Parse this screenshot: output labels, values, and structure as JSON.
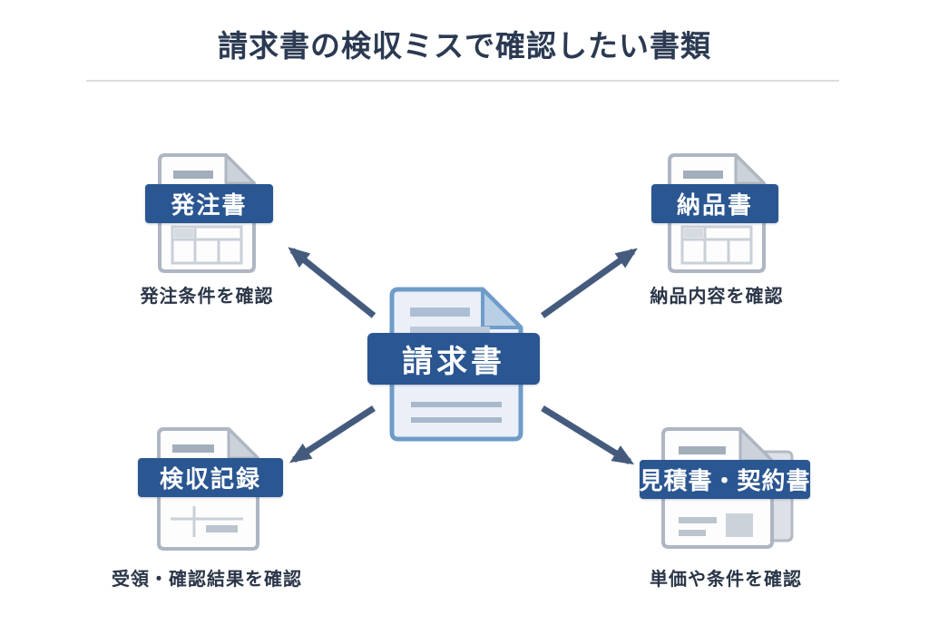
{
  "title": "請求書の検収ミスで確認したい書類",
  "center": {
    "label": "請求書",
    "icon": "invoice-document-icon"
  },
  "nodes": [
    {
      "id": "order",
      "label": "発注書",
      "caption": "発注条件を確認",
      "icon": "order-document-icon"
    },
    {
      "id": "delivery",
      "label": "納品書",
      "caption": "納品内容を確認",
      "icon": "delivery-document-icon"
    },
    {
      "id": "inspection",
      "label": "検収記録",
      "caption": "受領・確認結果を確認",
      "icon": "inspection-record-document-icon"
    },
    {
      "id": "quote",
      "label": "見積書・契約書",
      "caption": "単価や条件を確認",
      "icon": "quote-contract-documents-icon"
    }
  ],
  "colors": {
    "banner_blue": "#2a5691",
    "arrow_slate": "#455b7e",
    "title_navy": "#2b3a52",
    "caption_navy": "#2b3648",
    "center_doc_fill": "#eaeff8",
    "center_doc_border": "#6f9cc9",
    "side_doc_border": "#aeb6c2"
  }
}
